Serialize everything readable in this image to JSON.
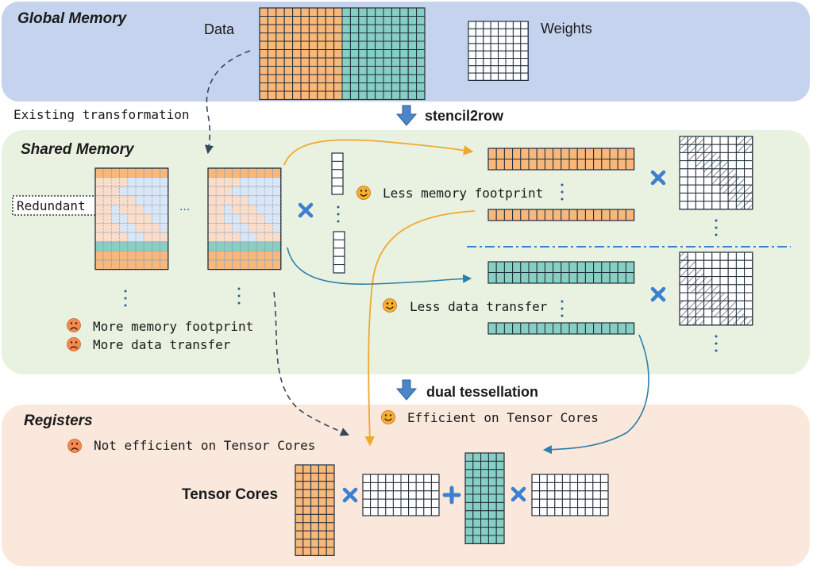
{
  "regions": {
    "global": {
      "title": "Global Memory",
      "color": "#c5d3ee"
    },
    "shared": {
      "title": "Shared Memory",
      "color": "#e9f2e1"
    },
    "registers": {
      "title": "Registers",
      "color": "#fbe8dc"
    }
  },
  "labels": {
    "data": "Data",
    "weights": "Weights",
    "existing": "Existing transformation",
    "stencil2row": "stencil2row",
    "redundant": "Redundant",
    "less_memory": "Less memory footprint",
    "less_transfer": "Less data transfer",
    "more_memory": "More memory footprint",
    "more_transfer": "More data transfer",
    "dual": "dual tessellation",
    "efficient": "Efficient on Tensor Cores",
    "not_efficient": "Not efficient on Tensor Cores",
    "tensor_cores": "Tensor Cores",
    "ellipsis": "..."
  },
  "colors": {
    "orange": "#f7b87a",
    "teal": "#86cfc2",
    "orange_arrow": "#f0a830",
    "blue_arrow": "#2e7fa8",
    "dash_arrow": "#34475f",
    "cross": "#3b7fd0",
    "sad": "#f48a52",
    "happy": "#f6b030"
  }
}
